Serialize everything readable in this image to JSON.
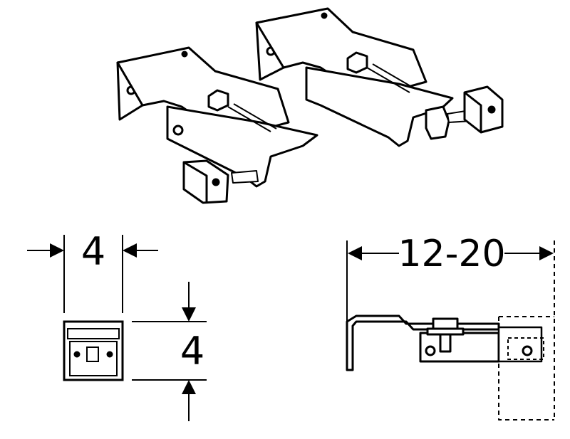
{
  "dimensions": {
    "top_left_width": "4",
    "left_height": "4",
    "right_range": "12-20"
  }
}
